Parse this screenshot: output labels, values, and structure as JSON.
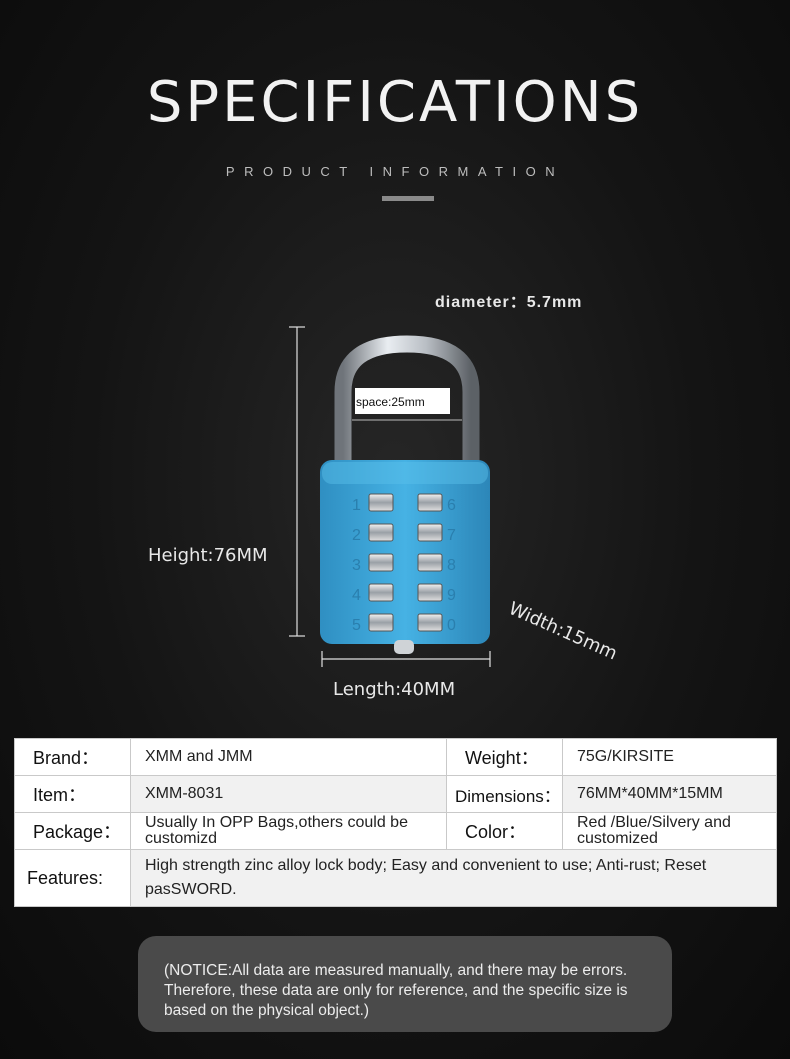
{
  "header": {
    "title": "SPECIFICATIONS",
    "subtitle": "PRODUCT INFORMATION"
  },
  "diagram": {
    "diameter": "diameter：5.7mm",
    "space": "space:25mm",
    "height": "Height:76MM",
    "length": "Length:40MM",
    "width": "Width:15mm",
    "body_color": "#3fa9dc",
    "shackle_color": "#c7ccd2",
    "digits_left": [
      "1",
      "2",
      "3",
      "4",
      "5"
    ],
    "digits_right": [
      "6",
      "7",
      "8",
      "9",
      "0"
    ]
  },
  "specs": {
    "brand_label": "Brand：",
    "brand_value": "XMM and JMM",
    "weight_label": "Weight：",
    "weight_value": "75G/KIRSITE",
    "item_label": "Item：",
    "item_value": "XMM-8031",
    "dimensions_label": "Dimensions：",
    "dimensions_value": "76MM*40MM*15MM",
    "package_label": "Package：",
    "package_value": "Usually In OPP Bags,others could be customizd",
    "color_label": "Color：",
    "color_value": "Red /Blue/Silvery and customized",
    "features_label": "Features:",
    "features_value": "High strength zinc alloy lock body; Easy and convenient to use; Anti-rust; Reset pasSWORD."
  },
  "notice": {
    "text": "(NOTICE:All data are measured manually, and there may be errors. Therefore, these data are only for reference, and the specific size is based on the physical object.)"
  }
}
